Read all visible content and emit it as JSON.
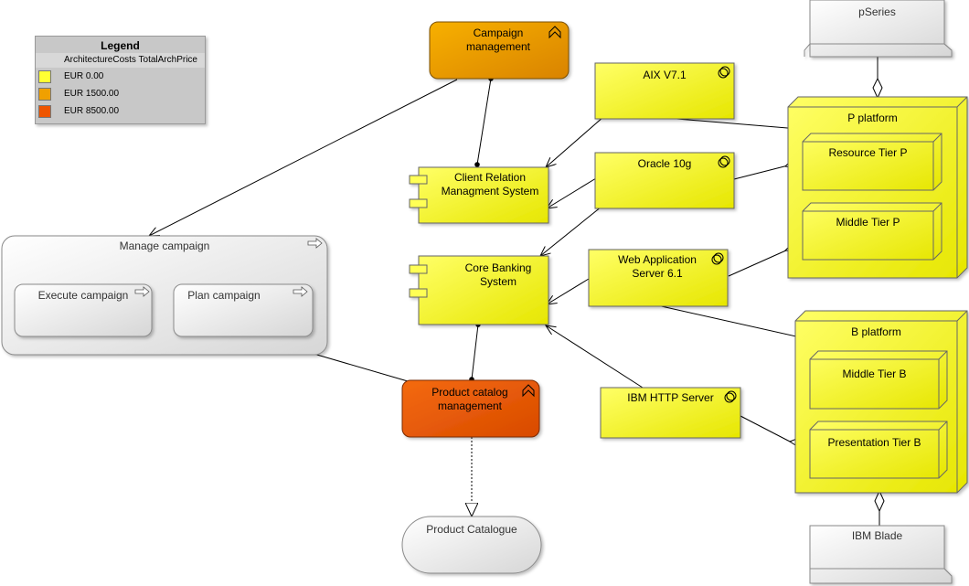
{
  "legend": {
    "title": "Legend",
    "subtitle": "ArchitectureCosts TotalArchPrice",
    "items": [
      {
        "label": "EUR 0.00",
        "color": "#ffff33"
      },
      {
        "label": "EUR 1500.00",
        "color": "#f0a000"
      },
      {
        "label": "EUR 8500.00",
        "color": "#ee5500"
      }
    ]
  },
  "nodes": {
    "campaign_management": "Campaign management",
    "product_catalog_management": "Product catalog management",
    "client_relation": "Client Relation Managment System",
    "core_banking": "Core Banking System",
    "manage_campaign": "Manage campaign",
    "execute_campaign": "Execute campaign",
    "plan_campaign": "Plan campaign",
    "product_catalogue": "Product Catalogue",
    "aix": "AIX V7.1",
    "oracle": "Oracle 10g",
    "web_app_server": "Web Application Server 6.1",
    "ibm_http": "IBM HTTP Server",
    "pseries": "pSeries",
    "ibm_blade": "IBM Blade",
    "p_platform": "P platform",
    "resource_tier_p": "Resource Tier P",
    "middle_tier_p": "Middle Tier P",
    "b_platform": "B platform",
    "middle_tier_b": "Middle Tier B",
    "presentation_tier_b": "Presentation Tier B"
  },
  "colors": {
    "yellow": "#ffff33",
    "orange": "#f0a000",
    "red_orange": "#ee5500",
    "gray": "#e8e8e8"
  }
}
